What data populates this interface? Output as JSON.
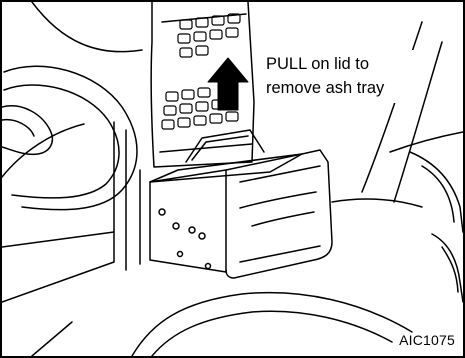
{
  "callout": {
    "line1": "PULL on lid to",
    "line2": "remove ash tray"
  },
  "figure_code": "AIC1075",
  "icons": {
    "arrow": "up-arrow-icon"
  },
  "colors": {
    "ink": "#000000",
    "paper": "#ffffff"
  }
}
